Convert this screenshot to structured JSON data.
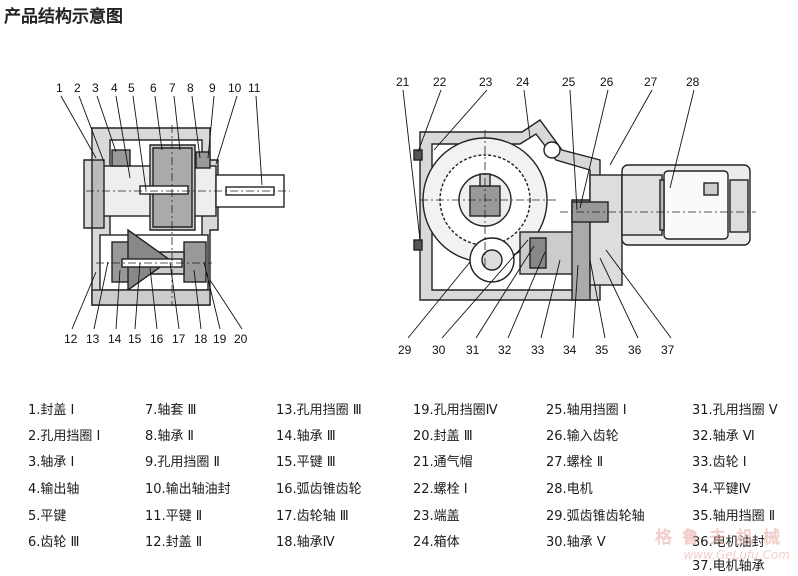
{
  "title": "产品结构示意图",
  "left_numbers": {
    "top": [
      "1",
      "2",
      "3",
      "4",
      "5",
      "6",
      "7",
      "8",
      "9",
      "10",
      "11"
    ],
    "bottom": [
      "12",
      "13",
      "14",
      "15",
      "16",
      "17",
      "18",
      "19",
      "20"
    ]
  },
  "right_numbers": {
    "top": [
      "21",
      "22",
      "23",
      "24",
      "25",
      "26",
      "27",
      "28"
    ],
    "bottom": [
      "29",
      "30",
      "31",
      "32",
      "33",
      "34",
      "35",
      "36",
      "37"
    ]
  },
  "legend": {
    "col1": [
      "1.封盖 Ⅰ",
      "2.孔用挡圈 Ⅰ",
      "3.轴承 Ⅰ",
      "4.输出轴",
      "5.平键",
      "6.齿轮 Ⅲ"
    ],
    "col2": [
      "7.轴套 Ⅲ",
      "8.轴承 Ⅱ",
      "9.孔用挡圈 Ⅱ",
      "10.输出轴油封",
      "11.平键 Ⅱ",
      "12.封盖 Ⅱ"
    ],
    "col3": [
      "13.孔用挡圈 Ⅲ",
      "14.轴承 Ⅲ",
      "15.平键 Ⅲ",
      "16.弧齿锥齿轮",
      "17.齿轮轴 Ⅲ",
      "18.轴承Ⅳ"
    ],
    "col4": [
      "19.孔用挡圈Ⅳ",
      "20.封盖 Ⅲ",
      "21.通气帽",
      "22.螺栓 Ⅰ",
      "23.端盖",
      "24.箱体"
    ],
    "col5": [
      "25.轴用挡圈 Ⅰ",
      "26.输入齿轮",
      "27.螺栓 Ⅱ",
      "28.电机",
      "29.弧齿锥齿轮轴",
      "30.轴承 Ⅴ"
    ],
    "col6": [
      "31.孔用挡圈 Ⅴ",
      "32.轴承 Ⅵ",
      "33.齿轮 Ⅰ",
      "34.平键Ⅳ",
      "35.轴用挡圈 Ⅱ",
      "36.电机油封",
      "37.电机轴承"
    ]
  },
  "watermark": {
    "cn": "格鲁夫机械",
    "en": "www.GeLufu.Com"
  }
}
